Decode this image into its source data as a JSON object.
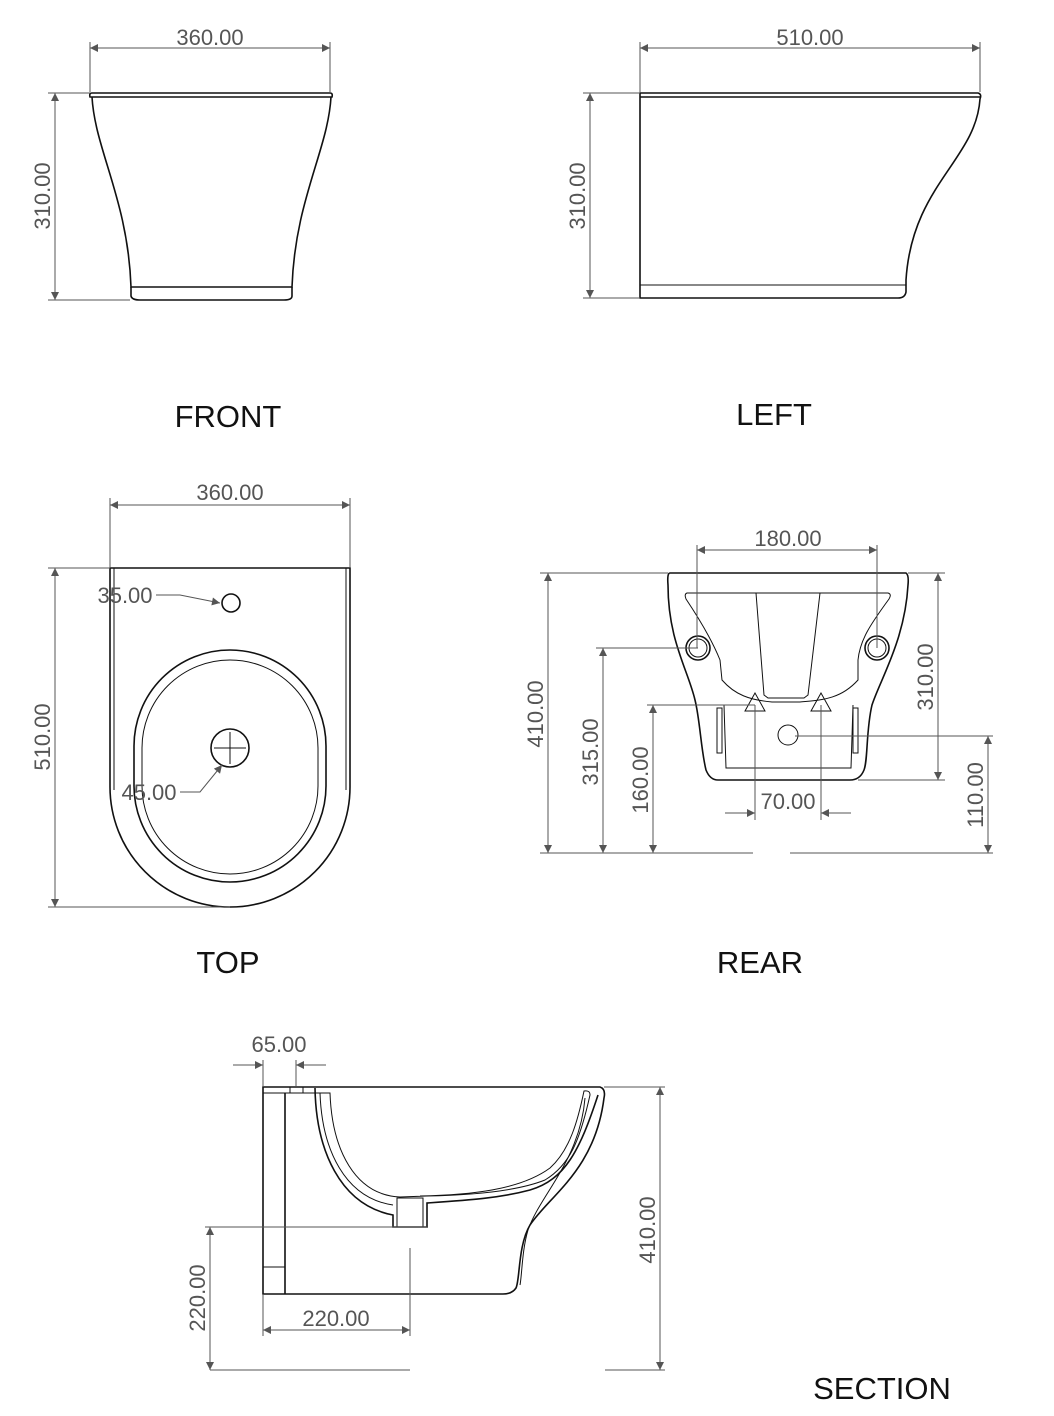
{
  "views": {
    "front": {
      "label": "FRONT",
      "width": "360.00",
      "height": "310.00"
    },
    "left": {
      "label": "LEFT",
      "depth": "510.00",
      "height": "310.00"
    },
    "top": {
      "label": "TOP",
      "width": "360.00",
      "depth": "510.00",
      "tap_hole": "35.00",
      "waste_hole": "45.00"
    },
    "rear": {
      "label": "REAR",
      "fixing_spacing": "180.00",
      "total_height": "410.00",
      "fixing_height": "315.00",
      "inlet_height": "160.00",
      "body_height": "310.00",
      "waste_height": "110.00",
      "inlet_spacing": "70.00"
    },
    "section": {
      "label": "SECTION",
      "wall_offset": "65.00",
      "total_height": "410.00",
      "waste_height": "220.00",
      "waste_distance": "220.00"
    }
  },
  "colors": {
    "outline": "#111111",
    "dimension": "#555555"
  }
}
